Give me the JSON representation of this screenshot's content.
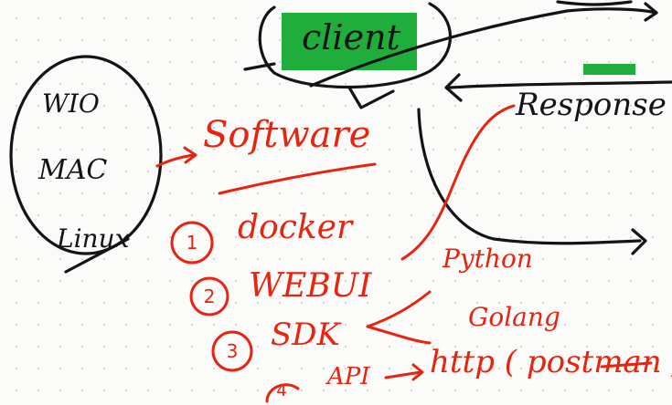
{
  "nodes": {
    "client": "client",
    "response": "Response",
    "os_list": [
      "WIO",
      "MAC",
      "Linux"
    ],
    "software": "Software"
  },
  "software_list": [
    {
      "num": "1",
      "label": "docker"
    },
    {
      "num": "2",
      "label": "WEBUI"
    },
    {
      "num": "3",
      "label": "SDK"
    },
    {
      "num": "4",
      "label": "API"
    }
  ],
  "sdk_branches": [
    "Python",
    "Golang"
  ],
  "api_target": "http ( postman )",
  "colors": {
    "black_ink": "#141414",
    "red_ink": "#e8230f",
    "highlight_green": "#1fae3c"
  }
}
